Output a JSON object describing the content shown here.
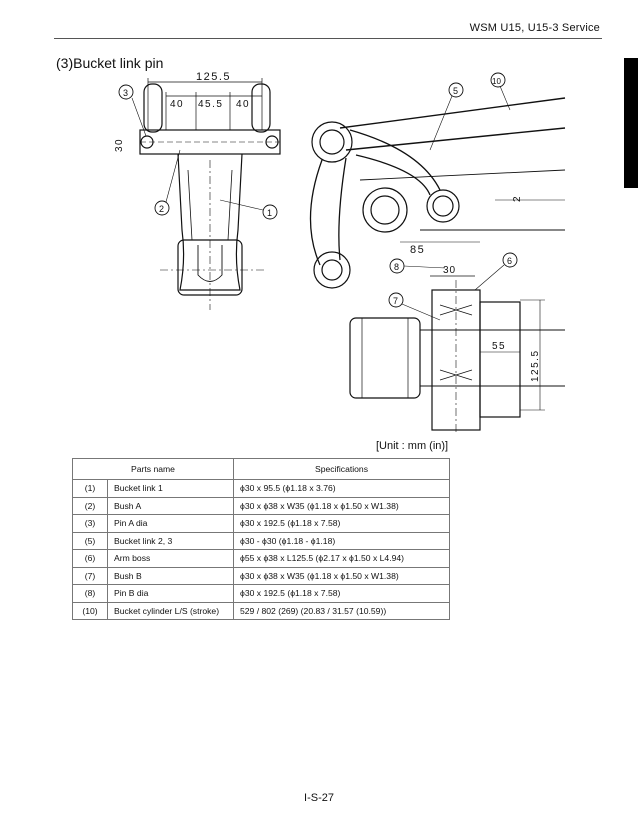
{
  "header": {
    "title": "WSM U15, U15-3 Service"
  },
  "section": {
    "title": "(3)Bucket link pin"
  },
  "drawing": {
    "dimensions": [
      "125.5",
      "40",
      "45.5",
      "40",
      "30",
      "85",
      "30",
      "2",
      "55",
      "125.5"
    ],
    "callouts": [
      "3",
      "2",
      "1",
      "5",
      "10",
      "8",
      "6",
      "7"
    ]
  },
  "unit_note": "[Unit : mm (in)]",
  "table": {
    "headers": [
      "Parts name",
      "Specifications"
    ],
    "rows": [
      {
        "num": "(1)",
        "name": "Bucket link 1",
        "spec": "ϕ30 x 95.5 (ϕ1.18 x 3.76)"
      },
      {
        "num": "(2)",
        "name": "Bush A",
        "spec": "ϕ30 x ϕ38 x W35 (ϕ1.18 x ϕ1.50 x W1.38)"
      },
      {
        "num": "(3)",
        "name": "Pin A dia",
        "spec": "ϕ30 x 192.5 (ϕ1.18 x 7.58)"
      },
      {
        "num": "(5)",
        "name": "Bucket link 2, 3",
        "spec": "ϕ30 - ϕ30 (ϕ1.18 - ϕ1.18)"
      },
      {
        "num": "(6)",
        "name": "Arm boss",
        "spec": "ϕ55 x ϕ38 x L125.5 (ϕ2.17 x ϕ1.50 x L4.94)"
      },
      {
        "num": "(7)",
        "name": "Bush B",
        "spec": "ϕ30 x ϕ38 x W35 (ϕ1.18 x ϕ1.50 x W1.38)"
      },
      {
        "num": "(8)",
        "name": "Pin B dia",
        "spec": "ϕ30 x 192.5 (ϕ1.18 x 7.58)"
      },
      {
        "num": "(10)",
        "name": "Bucket cylinder L/S (stroke)",
        "spec": "529 / 802 (269) (20.83 / 31.57 (10.59))"
      }
    ]
  },
  "page_number": "I-S-27"
}
